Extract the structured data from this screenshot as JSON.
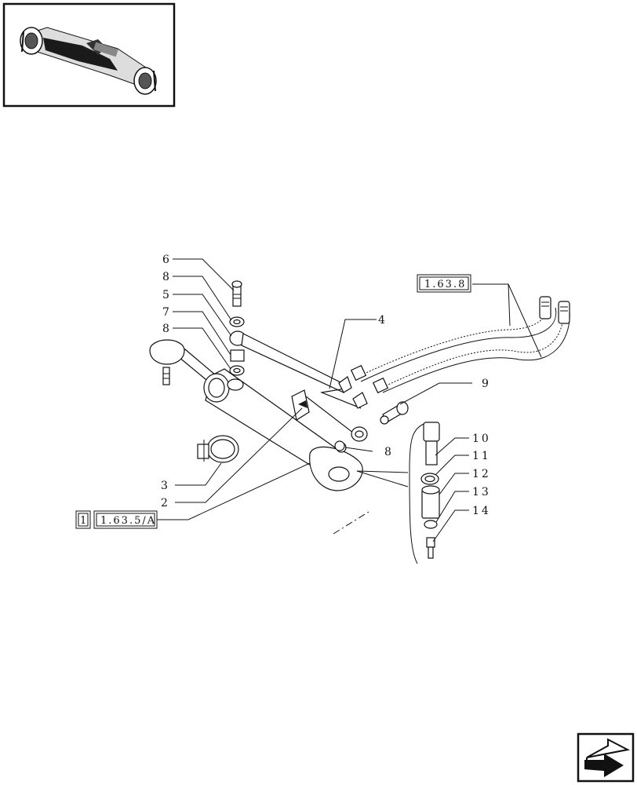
{
  "figure": {
    "callouts": {
      "c1": "1",
      "c2": "2",
      "c3": "3",
      "c4": "4",
      "c5": "5",
      "c6": "6",
      "c7": "7",
      "c8a": "8",
      "c8b": "8",
      "c8c": "8",
      "c9": "9",
      "c10": "10",
      "c11": "11",
      "c12": "12",
      "c13": "13",
      "c14": "14"
    },
    "refs": {
      "ref_1_63_8": "1.63.8",
      "ref_1_63_5A": "1.63.5/A"
    }
  },
  "icons": {
    "thumbnail": "front-axle-thumbnail-icon",
    "next_page": "next-page-arrow-icon"
  }
}
